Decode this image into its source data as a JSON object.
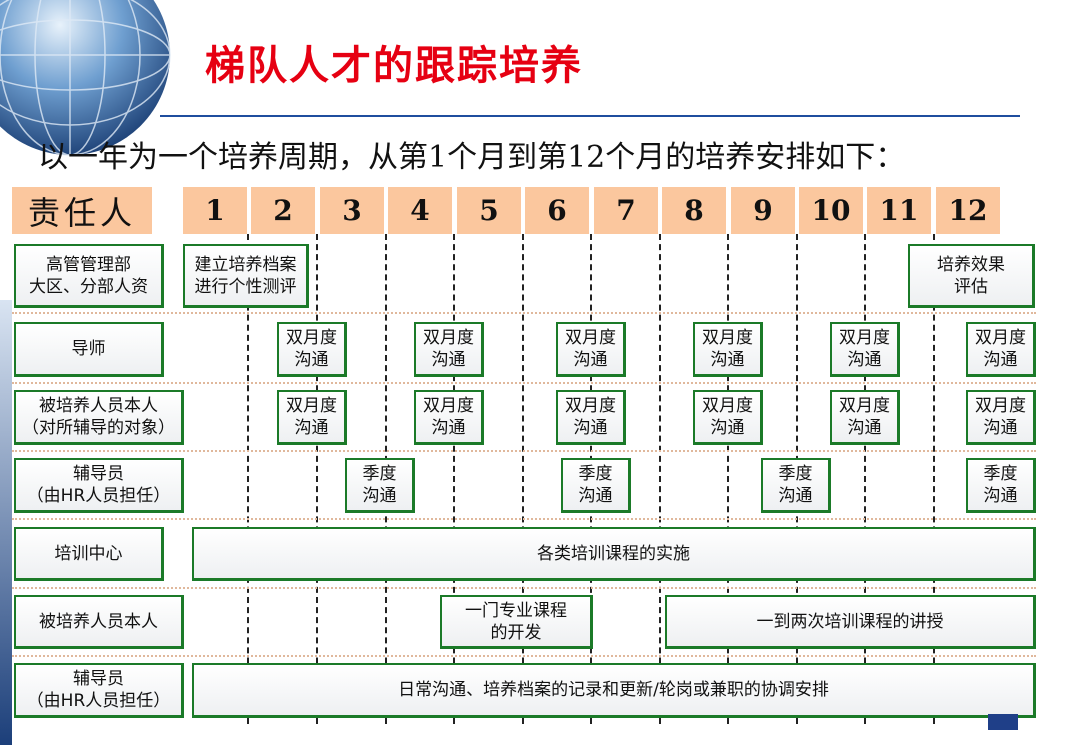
{
  "title": "梯队人才的跟踪培养",
  "subtitle": "以一年为一个培养周期，从第1个月到第12个月的培养安排如下：",
  "header": {
    "owner_label": "责任人",
    "months": [
      "1",
      "2",
      "3",
      "4",
      "5",
      "6",
      "7",
      "8",
      "9",
      "10",
      "11",
      "12"
    ]
  },
  "roles": [
    "高管管理部\n大区、分部人资",
    "导师",
    "被培养人员本人\n（对所辅导的对象）",
    "辅导员\n（由HR人员担任）",
    "培训中心",
    "被培养人员本人",
    "辅导员\n（由HR人员担任）"
  ],
  "tasks": {
    "profile": "建立培养档案\n进行个性测评",
    "evaluation": "培养效果\n评估",
    "bimonthly": "双月度\n沟通",
    "quarterly": "季度\n沟通",
    "courses": "各类培训课程的实施",
    "dev_course": "一门专业课程\n的开发",
    "teaching": "一到两次培训课程的讲授",
    "daily": "日常沟通、培养档案的记录和更新/轮岗或兼职的协调安排"
  },
  "colors": {
    "title": "#e60012",
    "header_fill": "#fbc79e",
    "box_border": "#1b7a28",
    "rule": "#1f4e9e"
  },
  "icons": [
    "globe-logo"
  ]
}
